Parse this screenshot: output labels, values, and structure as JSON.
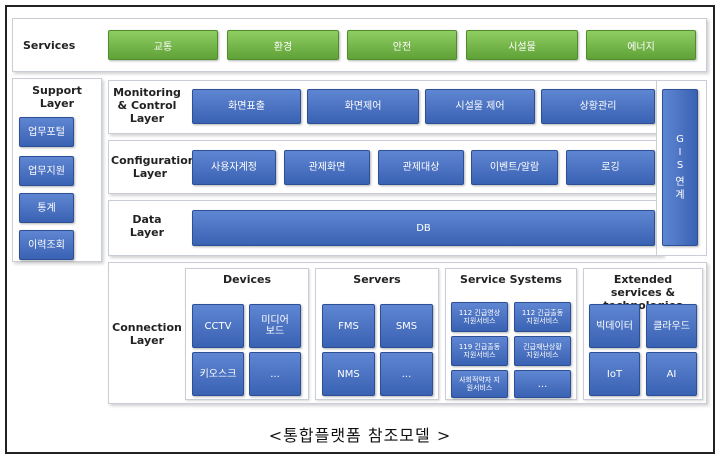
{
  "services": {
    "label": "Services",
    "items": [
      "교통",
      "환경",
      "안전",
      "시설물",
      "에너지"
    ]
  },
  "support": {
    "label": "Support Layer",
    "items": [
      "업무포털",
      "업무지원",
      "통계",
      "이력조회"
    ]
  },
  "monitoring": {
    "label": "Monitoring & Control Layer",
    "items": [
      "화면표출",
      "화면제어",
      "시설물 제어",
      "상황관리"
    ]
  },
  "configuration": {
    "label": "Configuration Layer",
    "items": [
      "사용자계정",
      "관제화면",
      "관제대상",
      "이벤트/알람",
      "로깅"
    ]
  },
  "data_layer": {
    "label": "Data Layer",
    "db": "DB"
  },
  "gis": {
    "chars": [
      "G",
      "I",
      "S",
      "연",
      "계"
    ]
  },
  "connection": {
    "label": "Connection Layer",
    "devices": {
      "title": "Devices",
      "items": [
        "CCTV",
        "미디어 보드",
        "키오스크",
        "..."
      ]
    },
    "servers": {
      "title": "Servers",
      "items": [
        "FMS",
        "SMS",
        "NMS",
        "..."
      ]
    },
    "service_systems": {
      "title": "Service Systems",
      "items": [
        "112 긴급영상 지원서비스",
        "112 긴급출동 지원서비스",
        "119 긴급출동 지원서비스",
        "긴급재난상황 지원서비스",
        "사회적약자 지원서비스",
        "..."
      ]
    },
    "extended": {
      "title": "Extended services & technologies",
      "items": [
        "빅데이터",
        "클라우드",
        "IoT",
        "AI"
      ]
    }
  },
  "caption": "<통합플랫폼 참조모델 >"
}
